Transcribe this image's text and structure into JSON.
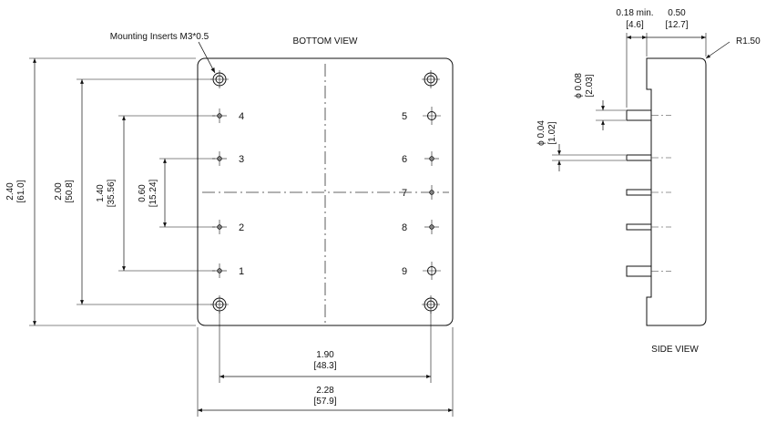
{
  "bottom_view": {
    "title": "BOTTOM VIEW",
    "mounting_label": "Mounting Inserts M3*0.5",
    "dims": {
      "height_in": "2.40",
      "height_mm": "[61.0]",
      "inner_in": "2.00",
      "inner_mm": "[50.8]",
      "pin_span_in": "1.40",
      "pin_span_mm": "[35.56]",
      "pin_pitch_in": "0.60",
      "pin_pitch_mm": "[15.24]",
      "width_inner_in": "1.90",
      "width_inner_mm": "[48.3]",
      "width_in": "2.28",
      "width_mm": "[57.9]"
    },
    "pins_left": [
      "4",
      "3",
      "2",
      "1"
    ],
    "pins_right": [
      "5",
      "6",
      "7",
      "8",
      "9"
    ]
  },
  "side_view": {
    "title": "SIDE VIEW",
    "pin_len_in": "0.18 min.",
    "pin_len_mm": "[4.6]",
    "thick_in": "0.50",
    "thick_mm": "[12.7]",
    "radius": "R1.50",
    "dia_large": "ϕ 0.08",
    "dia_large_mm": "[2.03]",
    "dia_small": "ϕ 0.04",
    "dia_small_mm": "[1.02]"
  }
}
